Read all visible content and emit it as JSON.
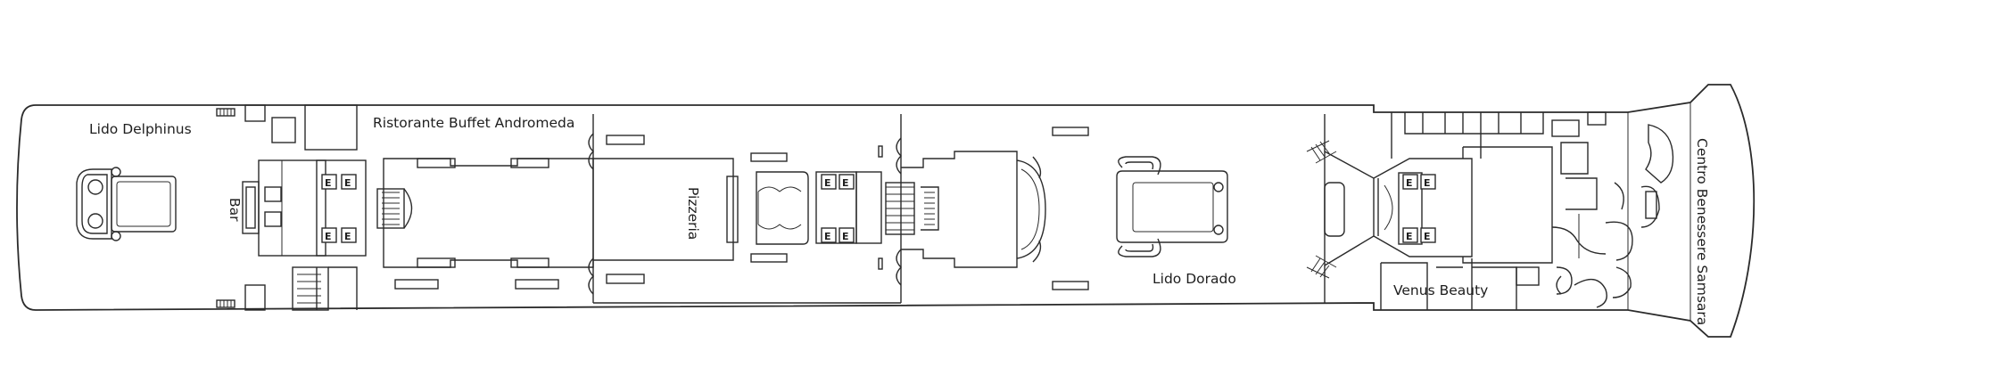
{
  "deck": {
    "venues": {
      "lido_delphinus": "Lido Delphinus",
      "bar": "Bar",
      "buffet": "Ristorante Buffet Andromeda",
      "pizzeria": "Pizzeria",
      "lido_dorado": "Lido Dorado",
      "venus_beauty": "Venus Beauty",
      "spa": "Centro Benessere Samsara"
    },
    "elevator_symbol": "E"
  }
}
